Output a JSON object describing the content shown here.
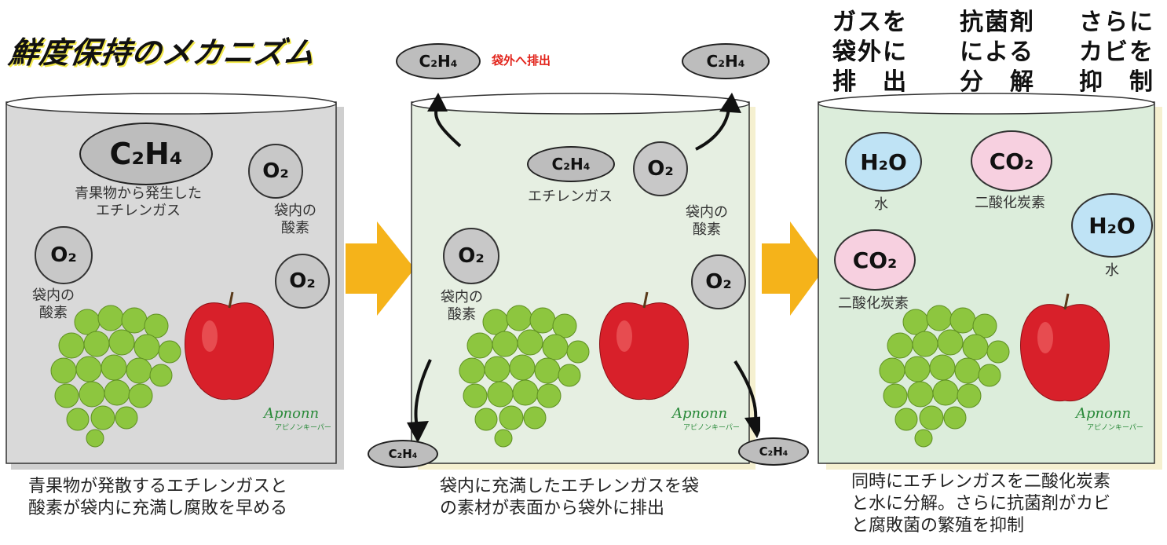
{
  "title": "鮮度保持のメカニズム",
  "panel1": {
    "ethylene": "C₂H₄",
    "ethylene_label": "青果物から発生した\nエチレンガス",
    "oxygen": "O₂",
    "oxygen_label": "袋内の\n酸素",
    "logo": "Apnonn",
    "logo_sub": "アピノンキーパー",
    "caption": "青果物が発散するエチレンガスと\n酸素が袋内に充満し腐敗を早める"
  },
  "panel2": {
    "ethylene": "C₂H₄",
    "ethylene_label": "エチレンガス",
    "oxygen": "O₂",
    "oxygen_label": "袋内の\n酸素",
    "emit_label": "袋外へ排出",
    "logo": "Apnonn",
    "logo_sub": "アピノンキーパー",
    "caption": "袋内に充満したエチレンガスを袋\nの素材が表面から袋外に排出"
  },
  "panel3": {
    "actions": [
      "ガスを\n袋外に\n排　出",
      "抗菌剤\nによる\n分　解",
      "さらに\nカビを\n抑　制"
    ],
    "water": "H₂O",
    "water_label": "水",
    "co2": "CO₂",
    "co2_label": "二酸化炭素",
    "logo": "Apnonn",
    "logo_sub": "アピノンキーパー",
    "caption": "同時にエチレンガスを二酸化炭素\nと水に分解。さらに抗菌剤がカビ\nと腐敗菌の繁殖を抑制"
  },
  "colors": {
    "panel1_fill": "#d9d9d9",
    "panel2_fill": "#e6efe2",
    "panel3_fill": "#dceddb",
    "arrow": "#f5b31a",
    "water_bubble": "#bfe3f5",
    "co2_bubble": "#f7d0e0",
    "highlight": "#f3e94a"
  }
}
